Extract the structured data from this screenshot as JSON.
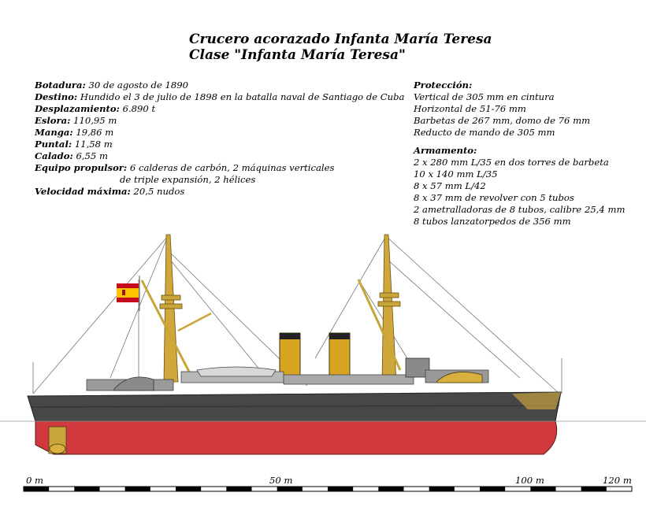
{
  "title": {
    "line1": "Crucero acorazado Infanta María Teresa",
    "line2": "Clase \"Infanta María Teresa\""
  },
  "specs": {
    "botadura_label": "Botadura:",
    "botadura_value": " 30 de agosto de 1890",
    "destino_label": "Destino:",
    "destino_value": " Hundido el 3 de julio de 1898 en la batalla naval de Santiago de Cuba",
    "desplazamiento_label": "Desplazamiento:",
    "desplazamiento_value": " 6.890 t",
    "eslora_label": "Eslora:",
    "eslora_value": " 110,95 m",
    "manga_label": "Manga:",
    "manga_value": " 19,86 m",
    "puntal_label": "Puntal:",
    "puntal_value": " 11,58 m",
    "calado_label": "Calado:",
    "calado_value": " 6,55 m",
    "equipo_label": "Equipo propulsor:",
    "equipo_value1": " 6 calderas de carbón, 2 máquinas verticales",
    "equipo_value2": "de triple expansión, 2 hélices",
    "velocidad_label": "Velocidad máxima:",
    "velocidad_value": " 20,5 nudos"
  },
  "proteccion": {
    "header": "Protección:",
    "items": [
      "Vertical de 305 mm en cintura",
      "Horizontal de 51-76 mm",
      "Barbetas de 267 mm, domo de 76 mm",
      "Reducto de mando de 305 mm"
    ]
  },
  "armamento": {
    "header": "Armamento:",
    "items": [
      "2 x 280 mm L/35 en dos torres de barbeta",
      "10 x 140 mm L/35",
      "8 x 57 mm L/42",
      "8 x 37 mm de revolver con 5 tubos",
      "2 ametralladoras de 8 tubos, calibre 25,4 mm",
      "8 tubos lanzatorpedos de 356 mm"
    ]
  },
  "scale": {
    "labels": [
      "0 m",
      "50 m",
      "100 m",
      "120 m"
    ]
  },
  "colors": {
    "hull_upper": "#474747",
    "hull_lower": "#d2393f",
    "funnel": "#d9a520",
    "mast": "#c9a63a",
    "superstructure": "#9a9a9a",
    "flag_red": "#c60b1e",
    "flag_yellow": "#ffc400"
  }
}
